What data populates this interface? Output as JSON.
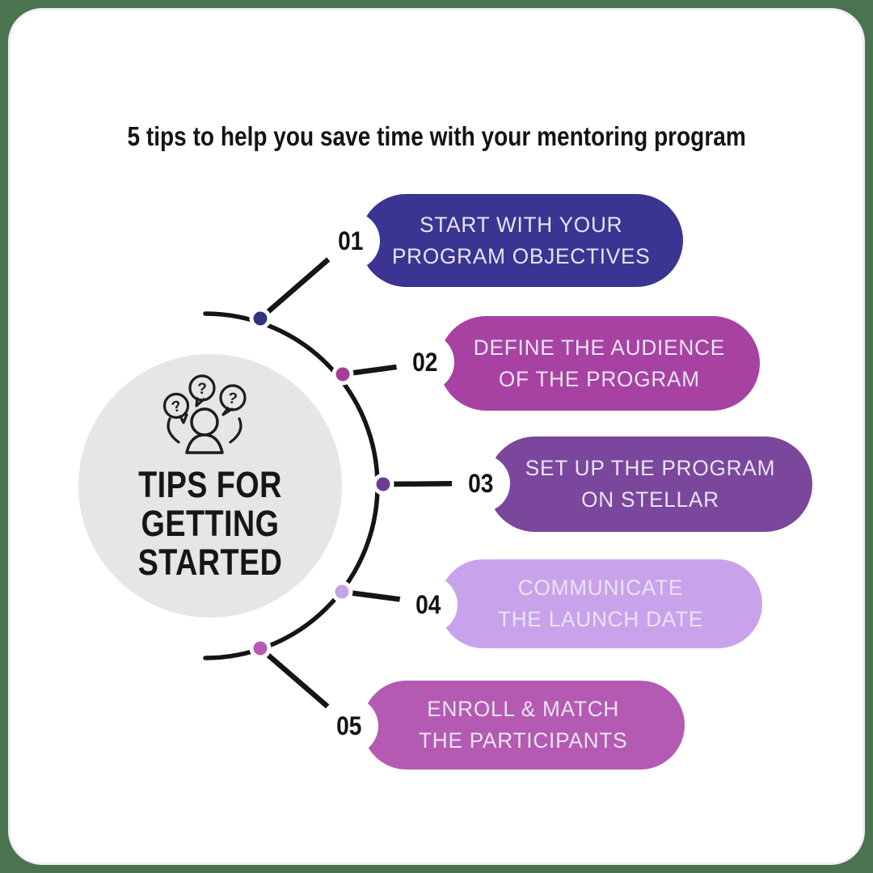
{
  "title": "5 tips to help you save time with your mentoring program",
  "center": {
    "icon": "people-questions-icon",
    "heading_lines": [
      "TIPS FOR",
      "GETTING",
      "STARTED"
    ]
  },
  "steps": [
    {
      "number": "01",
      "line1": "START WITH YOUR",
      "line2": "PROGRAM OBJECTIVES",
      "pill_color": "#3a3492",
      "dot_color": "#32327f"
    },
    {
      "number": "02",
      "line1": "DEFINE THE AUDIENCE",
      "line2": "OF THE PROGRAM",
      "pill_color": "#a742a2",
      "dot_color": "#a33f93"
    },
    {
      "number": "03",
      "line1": "SET UP THE PROGRAM",
      "line2": "ON STELLAR",
      "pill_color": "#7a479d",
      "dot_color": "#6b3e92"
    },
    {
      "number": "04",
      "line1": "COMMUNICATE",
      "line2": "THE LAUNCH DATE",
      "pill_color": "#c9a2ec",
      "dot_color": "#c7a2e8"
    },
    {
      "number": "05",
      "line1": "ENROLL & MATCH",
      "line2": "THE PARTICIPANTS",
      "pill_color": "#b55ab2",
      "dot_color": "#b75ab4"
    }
  ],
  "colors": {
    "background": "#4a7350",
    "card": "#ffffff",
    "card_border": "#f1eff6",
    "connector_line": "#151515",
    "center_ring": "#ffffff",
    "center_fill": "#e7e6e7",
    "heading_text": "#161616",
    "pill_text": "#e8e4f1",
    "number_text": "#121212"
  }
}
